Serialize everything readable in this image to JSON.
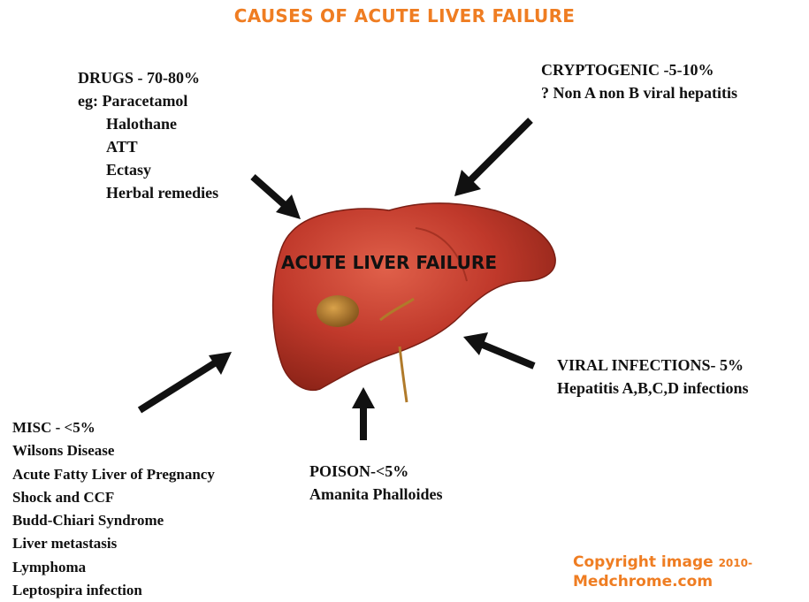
{
  "title": "CAUSES OF ACUTE LIVER FAILURE",
  "center_label": "ACUTE LIVER FAILURE",
  "drugs": {
    "heading": "DRUGS - 70-80%",
    "intro": "eg: Paracetamol",
    "items": [
      "Halothane",
      "ATT",
      "Ectasy",
      "Herbal remedies"
    ]
  },
  "cryptogenic": {
    "heading": "CRYPTOGENIC -5-10%",
    "detail": "? Non A non B viral hepatitis"
  },
  "viral": {
    "heading": "VIRAL INFECTIONS- 5%",
    "detail": "Hepatitis A,B,C,D infections"
  },
  "poison": {
    "heading": "POISON-<5%",
    "detail": "Amanita Phalloides"
  },
  "misc": {
    "heading": "MISC - <5%",
    "items": [
      "Wilsons Disease",
      "Acute Fatty Liver of Pregnancy",
      "Shock and CCF",
      "Budd-Chiari Syndrome",
      "Liver metastasis",
      "Lymphoma",
      "Leptospira infection"
    ]
  },
  "copyright": {
    "line1": "Copyright image",
    "year": "2010-",
    "line2": "Medchrome.com"
  },
  "colors": {
    "title": "#ef7d22",
    "liver": "#c0392b",
    "arrow": "#111111"
  }
}
